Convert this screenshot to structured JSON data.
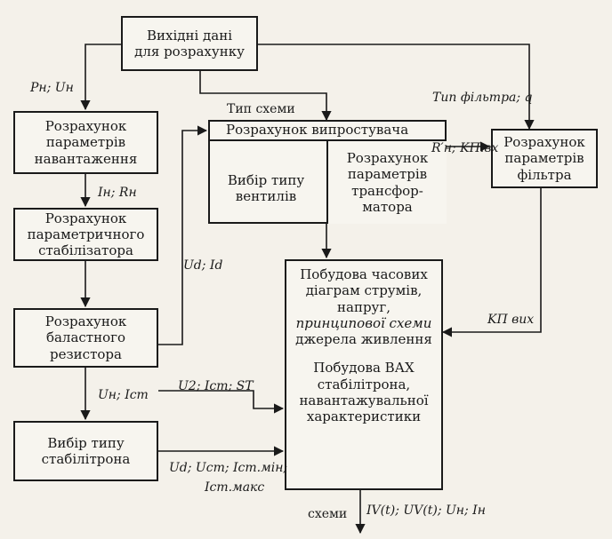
{
  "blocks": {
    "input_data": "Вихідні дані\nдля розрахунку",
    "load_params": "Розрахунок\nпараметрів\nнавантаження",
    "param_stabilizer": "Розрахунок\nпараметричного\nстабілізатора",
    "ballast_resistor": "Розрахунок\nбаластного\nрезистора",
    "zener_type": "Вибір типу\nстабілітрона",
    "rectifier_calc": "Розрахунок випростувача",
    "valve_type": "Вибір типу\nвентилів",
    "transformer_params": "Розрахунок\nпараметрів\nтрансфор-\nматора",
    "filter_params": "Розрахунок\nпараметрів\nфільтра",
    "diagrams_line1": "Побудова часових\nдіаграм струмів,\nнапруг,",
    "diagrams_line2_italic": "принципової схеми",
    "diagrams_line3": "джерела живлення",
    "vax": "Побудова ВАХ\nстабілітрона,\nнавантажувальної\nхарактеристики"
  },
  "labels": {
    "p_u": "Pн; Uн",
    "scheme_type": "Тип схеми",
    "filter_type": "Тип фільтра; q",
    "i_r": "Iн; Rн",
    "r_k": "R′н; KП.вх",
    "ud_id": "Ud; Id",
    "k_out": "KП вих",
    "u_i_st": "Uн; Iст",
    "u2_st": "U2; Iст; ST",
    "ud_ust": "Ud; Uст; Iст.мін;",
    "ist_max": "Iст.макс",
    "schemes": "схеми",
    "outputs": "IV(t); UV(t); Uн; Iн"
  }
}
